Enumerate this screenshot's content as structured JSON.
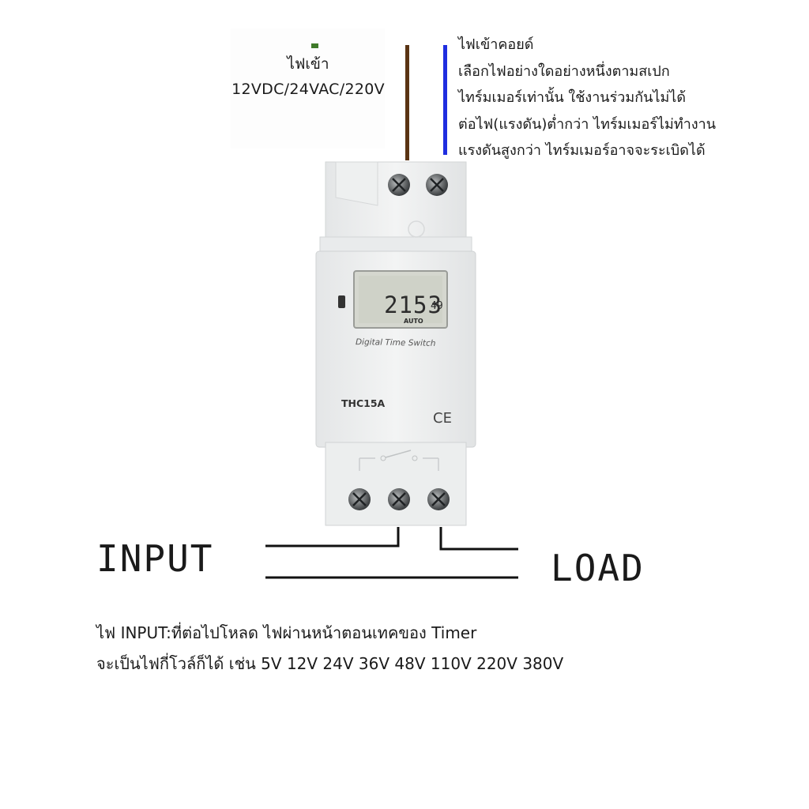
{
  "supply": {
    "label": "ไฟเข้า",
    "voltage": "12VDC/24VAC/220V"
  },
  "coil_notes": [
    "ไฟเข้าคอยด์",
    "เลือกไฟอย่างใดอย่างหนึ่งตามสเปก",
    "ไทร์มเมอร์เท่านั้น ใช้งานร่วมกันไม่ได้",
    "ต่อไฟ(แรงดัน)ต่ำกว่า ไทร์มเมอร์ไม่ทำงาน",
    "แรงดันสูงกว่า  ไทร์มเมอร์อาจจะระเบิดได้"
  ],
  "device": {
    "lcd_time": "2153",
    "lcd_seconds": "49",
    "lcd_mode": "AUTO",
    "title": "Digital Time Switch",
    "model": "THC15A",
    "mark": "CE"
  },
  "labels": {
    "input": "INPUT",
    "load": "LOAD"
  },
  "footer": [
    "ไฟ INPUT:ที่ต่อไปโหลด ไฟผ่านหน้าตอนเทคของ Timer",
    "จะเป็นไฟกี่โวล์ก็ได้ เช่น 5V 12V 24V 36V 48V 110V 220V 380V"
  ],
  "colors": {
    "brown_wire": "#5a3414",
    "blue_wire": "#1f2ee0",
    "line": "#111111"
  }
}
